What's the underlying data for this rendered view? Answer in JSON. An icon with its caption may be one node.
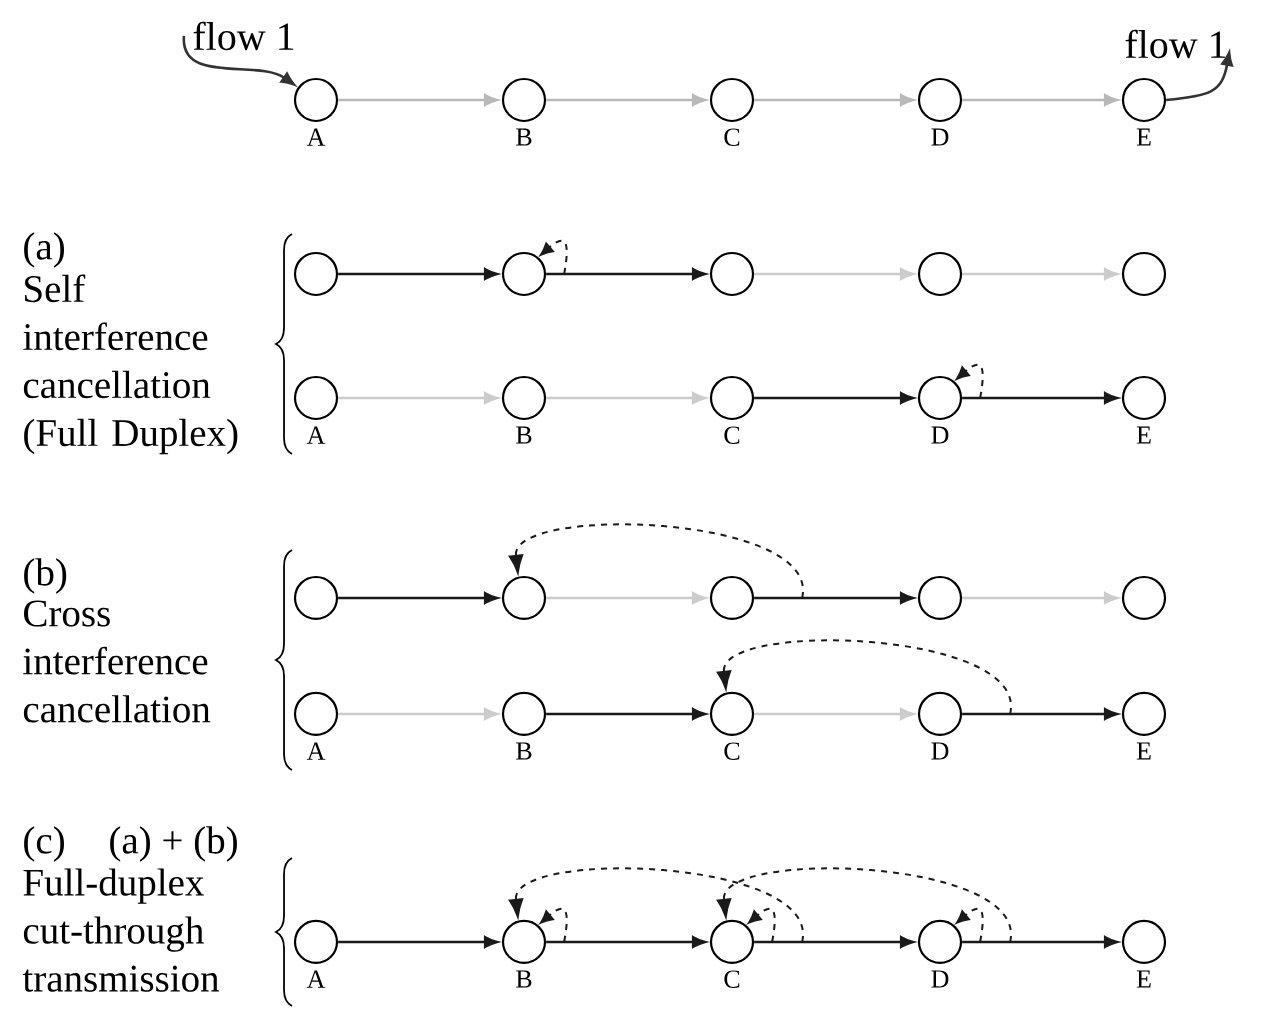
{
  "diagram": {
    "nodes": [
      {
        "text": [
          "flow 1"
        ]
      },
      {
        "text": [
          "flow 1"
        ]
      },
      {
        "text": [],
        "shape": "circle",
        "beside": [
          "A"
        ]
      },
      {
        "text": [],
        "shape": "circle",
        "beside": [
          "B"
        ]
      },
      {
        "text": [],
        "shape": "circle",
        "beside": [
          "C"
        ]
      },
      {
        "text": [],
        "shape": "circle",
        "beside": [
          "D"
        ]
      },
      {
        "text": [],
        "shape": "circle",
        "beside": [
          "E"
        ]
      },
      {
        "text": [],
        "shape": "circle"
      },
      {
        "text": [],
        "shape": "circle"
      },
      {
        "text": [],
        "shape": "circle"
      },
      {
        "text": [],
        "shape": "circle"
      },
      {
        "text": [],
        "shape": "circle"
      },
      {
        "text": [],
        "shape": "circle",
        "beside": [
          "A"
        ]
      },
      {
        "text": [],
        "shape": "circle",
        "beside": [
          "B"
        ]
      },
      {
        "text": [],
        "shape": "circle",
        "beside": [
          "C"
        ]
      },
      {
        "text": [],
        "shape": "circle",
        "beside": [
          "D"
        ]
      },
      {
        "text": [],
        "shape": "circle",
        "beside": [
          "E"
        ]
      },
      {
        "text": [],
        "shape": "circle"
      },
      {
        "text": [],
        "shape": "circle"
      },
      {
        "text": [],
        "shape": "circle"
      },
      {
        "text": [],
        "shape": "circle"
      },
      {
        "text": [],
        "shape": "circle"
      },
      {
        "text": [],
        "shape": "circle",
        "beside": [
          "A"
        ]
      },
      {
        "text": [],
        "shape": "circle",
        "beside": [
          "B"
        ]
      },
      {
        "text": [],
        "shape": "circle",
        "beside": [
          "C"
        ]
      },
      {
        "text": [],
        "shape": "circle",
        "beside": [
          "D"
        ]
      },
      {
        "text": [],
        "shape": "circle",
        "beside": [
          "E"
        ]
      },
      {
        "text": [],
        "shape": "circle",
        "beside": [
          "A"
        ]
      },
      {
        "text": [],
        "shape": "circle",
        "beside": [
          "B"
        ]
      },
      {
        "text": [],
        "shape": "circle",
        "beside": [
          "C"
        ]
      },
      {
        "text": [],
        "shape": "circle",
        "beside": [
          "D"
        ]
      },
      {
        "text": [],
        "shape": "circle",
        "beside": [
          "E"
        ]
      }
    ],
    "edges": [
      {
        "from": 0,
        "to": 2,
        "arrow": "to",
        "color": "#333333"
      },
      {
        "from": 2,
        "to": 3,
        "arrow": "to",
        "color": "#b8b8b8"
      },
      {
        "from": 3,
        "to": 4,
        "arrow": "to",
        "color": "#b8b8b8"
      },
      {
        "from": 4,
        "to": 5,
        "arrow": "to",
        "color": "#b8b8b8"
      },
      {
        "from": 5,
        "to": 6,
        "arrow": "to",
        "color": "#b8b8b8"
      },
      {
        "from": 6,
        "to": 1,
        "arrow": "to",
        "color": "#333333"
      },
      {
        "from": 7,
        "to": 8,
        "arrow": "to"
      },
      {
        "from": 8,
        "to": 9,
        "arrow": "to"
      },
      {
        "from": 9,
        "to": 10,
        "arrow": "to",
        "color": "#cccccc"
      },
      {
        "from": 10,
        "to": 11,
        "arrow": "to",
        "color": "#cccccc"
      },
      {
        "from": 8,
        "to": 8,
        "arrow": "to",
        "style": "dashed"
      },
      {
        "from": 12,
        "to": 13,
        "arrow": "to",
        "color": "#cccccc"
      },
      {
        "from": 13,
        "to": 14,
        "arrow": "to",
        "color": "#cccccc"
      },
      {
        "from": 14,
        "to": 15,
        "arrow": "to"
      },
      {
        "from": 15,
        "to": 16,
        "arrow": "to"
      },
      {
        "from": 15,
        "to": 15,
        "arrow": "to",
        "style": "dashed"
      },
      {
        "from": 17,
        "to": 18,
        "arrow": "to"
      },
      {
        "from": 18,
        "to": 19,
        "arrow": "to",
        "color": "#cccccc"
      },
      {
        "from": 19,
        "to": 20,
        "arrow": "to"
      },
      {
        "from": 20,
        "to": 21,
        "arrow": "to",
        "color": "#cccccc"
      },
      {
        "from": 19,
        "to": 18,
        "arrow": "to",
        "style": "dashed"
      },
      {
        "from": 22,
        "to": 23,
        "arrow": "to",
        "color": "#cccccc"
      },
      {
        "from": 23,
        "to": 24,
        "arrow": "to"
      },
      {
        "from": 24,
        "to": 25,
        "arrow": "to",
        "color": "#cccccc"
      },
      {
        "from": 25,
        "to": 26,
        "arrow": "to"
      },
      {
        "from": 25,
        "to": 24,
        "arrow": "to",
        "style": "dashed"
      },
      {
        "from": 27,
        "to": 28,
        "arrow": "to"
      },
      {
        "from": 28,
        "to": 29,
        "arrow": "to"
      },
      {
        "from": 29,
        "to": 30,
        "arrow": "to"
      },
      {
        "from": 30,
        "to": 31,
        "arrow": "to"
      },
      {
        "from": 28,
        "to": 28,
        "arrow": "to",
        "style": "dashed"
      },
      {
        "from": 29,
        "to": 28,
        "arrow": "to",
        "style": "dashed"
      },
      {
        "from": 29,
        "to": 29,
        "arrow": "to",
        "style": "dashed"
      },
      {
        "from": 30,
        "to": 29,
        "arrow": "to",
        "style": "dashed"
      },
      {
        "from": 30,
        "to": 30,
        "arrow": "to",
        "style": "dashed"
      }
    ],
    "labels": [
      "(a)",
      "Self interference cancellation (Full Duplex)",
      "(b)",
      "Cross interference cancellation",
      "(c)",
      "(a) + (b)",
      "Full-duplex cut-through transmission"
    ]
  }
}
